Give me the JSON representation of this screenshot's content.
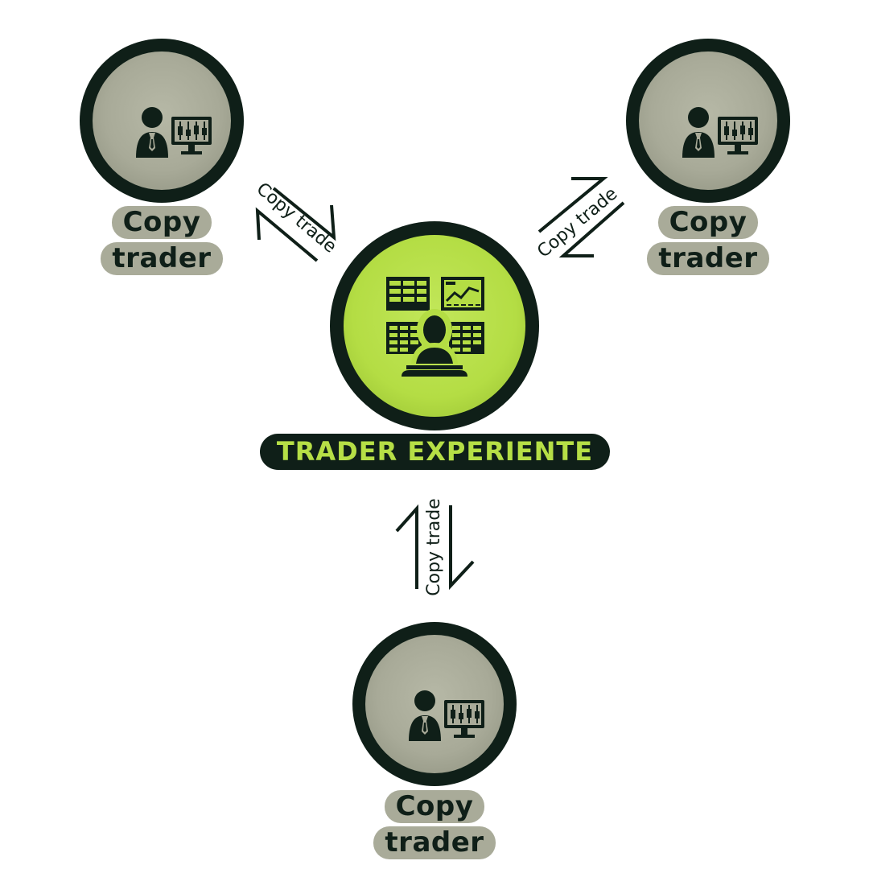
{
  "center": {
    "label": "TRADER EXPERIENTE",
    "icon": "trader-dashboard-icon",
    "fill_color": "#b4dd44",
    "ring_color": "#0f1f18"
  },
  "copy_traders": [
    {
      "label_line1": "Copy",
      "label_line2": "trader",
      "icon": "trader-monitor-icon"
    },
    {
      "label_line1": "Copy",
      "label_line2": "trader",
      "icon": "trader-monitor-icon"
    },
    {
      "label_line1": "Copy",
      "label_line2": "trader",
      "icon": "trader-monitor-icon"
    }
  ],
  "connectors": [
    {
      "label": "Copy trade",
      "direction": "bidirectional"
    },
    {
      "label": "Copy trade",
      "direction": "bidirectional"
    },
    {
      "label": "Copy trade",
      "direction": "bidirectional"
    }
  ],
  "colors": {
    "dark": "#0f1f18",
    "grey": "#a9ab99",
    "lime": "#b4dd44"
  }
}
